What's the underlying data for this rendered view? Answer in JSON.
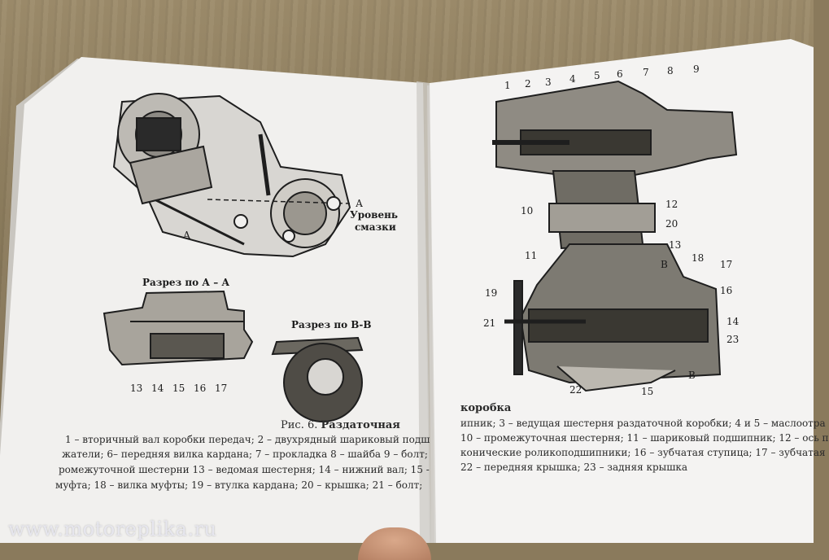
{
  "left_page": {
    "figure_labels": {
      "A_right": "А",
      "A_left": "А",
      "level_line1": "Уровень",
      "level_line2": "смазки"
    },
    "section_aa": "Разрез по А – А",
    "section_bb": "Разрез по В-В",
    "section_numbers": [
      "13",
      "14",
      "15",
      "16",
      "17"
    ],
    "caption_title_prefix": "Рис. 6.",
    "caption_title_bold": "Раздаточная",
    "caption_lines": [
      "1 – вторичный вал коробки передач; 2 – двухрядный шариковый подш",
      "жатели; 6– передняя вилка кардана; 7 – прокладка 8 – шайба   9 – болт;",
      "ромежуточной шестерни 13 – ведомая шестерня; 14 – нижний вал; 15 -",
      "муфта; 18 – вилка муфты; 19 – втулка кардана; 20 – крышка; 21 – болт;"
    ]
  },
  "right_page": {
    "callouts": [
      "1",
      "2",
      "3",
      "4",
      "5",
      "6",
      "7",
      "8",
      "9",
      "10",
      "12",
      "20",
      "11",
      "13",
      "18",
      "17",
      "16",
      "19",
      "21",
      "14",
      "23",
      "22",
      "15"
    ],
    "letter_b_top": "В",
    "letter_b_bottom": "В",
    "caption_title": "коробка",
    "caption_lines": [
      "ипник; 3 – ведущая шестерня раздаточной коробки; 4 и 5 –  маслоотра",
      "10 – промежуточная шестерня; 11 – шариковый подшипник; 12 – ось п",
      "конические роликоподшипники; 16 – зубчатая ступица; 17 – зубчатая",
      "22 – передняя крышка; 23 – задняя крышка"
    ]
  },
  "watermark": "www.motoreplika.ru"
}
